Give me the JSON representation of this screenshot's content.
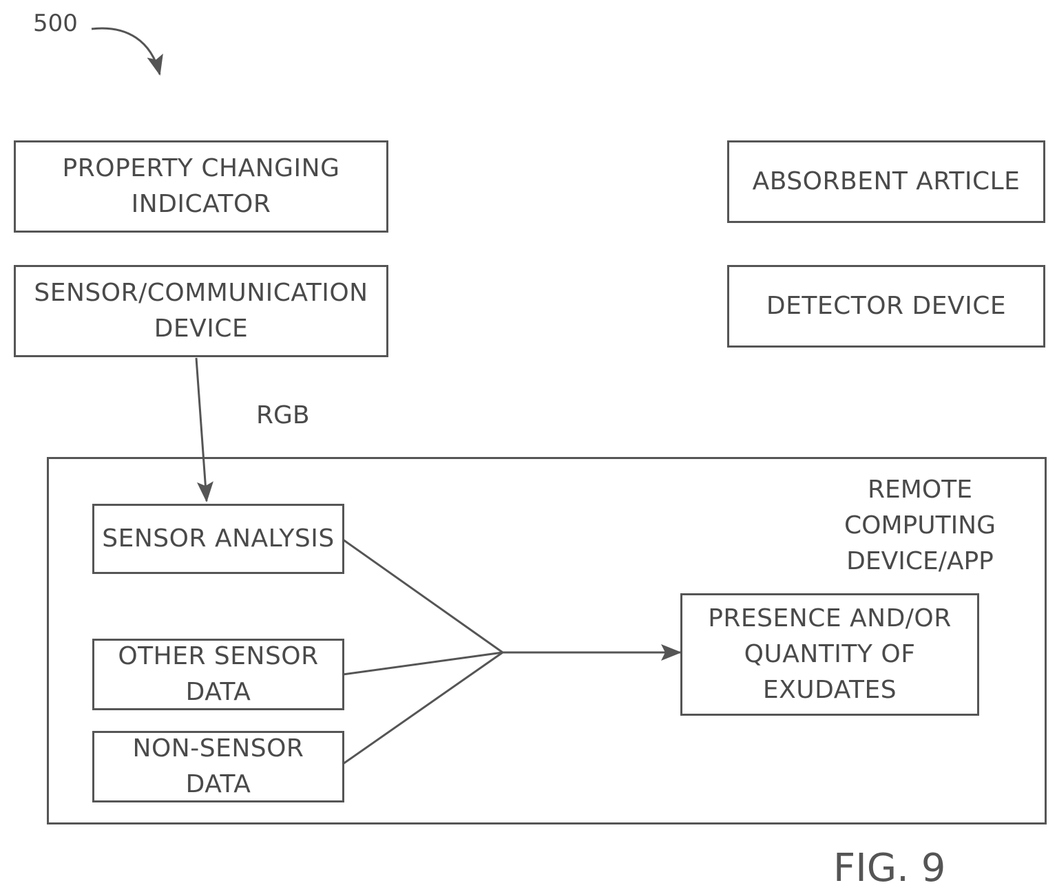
{
  "ref_number": "500",
  "figure_label": "FIG. 9",
  "boxes": {
    "property_changing_indicator": [
      "PROPERTY CHANGING",
      "INDICATOR"
    ],
    "absorbent_article": [
      "ABSORBENT ARTICLE"
    ],
    "sensor_communication_device": [
      "SENSOR/COMMUNICATION",
      "DEVICE"
    ],
    "detector_device": [
      "DETECTOR DEVICE"
    ],
    "sensor_analysis": [
      "SENSOR ANALYSIS"
    ],
    "other_sensor_data": [
      "OTHER SENSOR",
      "DATA"
    ],
    "non_sensor_data": [
      "NON-SENSOR",
      "DATA"
    ],
    "presence_quantity": [
      "PRESENCE AND/OR",
      "QUANTITY OF",
      "EXUDATES"
    ]
  },
  "remote_container_label": [
    "REMOTE",
    "COMPUTING",
    "DEVICE/APP"
  ],
  "edge_labels": {
    "rgb": "RGB"
  }
}
